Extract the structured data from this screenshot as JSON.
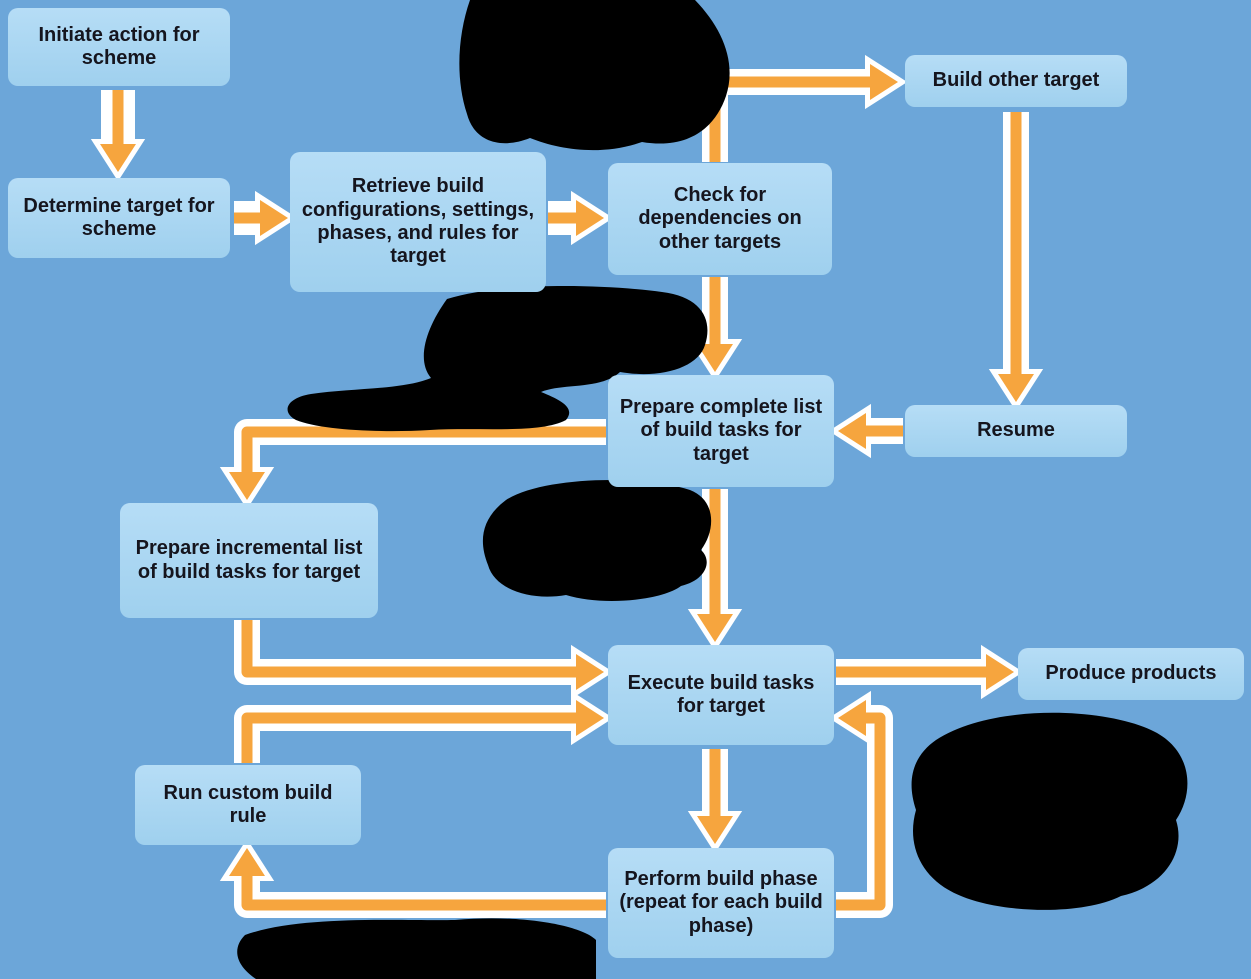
{
  "diagram": {
    "type": "flowchart",
    "colors": {
      "background": "#6CA6D9",
      "node_fill": "#A7D6F2",
      "node_text": "#15151E",
      "arrow": "#F6A53E",
      "arrow_outline": "#FFFFFF",
      "redaction": "#000000"
    },
    "nodes": [
      {
        "id": "initiate-action",
        "label": "Initiate action for scheme"
      },
      {
        "id": "determine-target",
        "label": "Determine target for scheme"
      },
      {
        "id": "retrieve-build-info",
        "label": "Retrieve build configurations, settings, phases, and rules for target"
      },
      {
        "id": "check-dependencies",
        "label": "Check for dependencies on other targets"
      },
      {
        "id": "build-other-target",
        "label": "Build other target"
      },
      {
        "id": "resume",
        "label": "Resume"
      },
      {
        "id": "prepare-complete-list",
        "label": "Prepare complete list of build tasks for target"
      },
      {
        "id": "prepare-incremental-list",
        "label": "Prepare incremental list of build tasks for target"
      },
      {
        "id": "execute-build-tasks",
        "label": "Execute build tasks for target"
      },
      {
        "id": "produce-products",
        "label": "Produce products"
      },
      {
        "id": "run-custom-build-rule",
        "label": "Run custom build rule"
      },
      {
        "id": "perform-build-phase",
        "label": "Perform build phase (repeat for each build phase)"
      }
    ],
    "redacted_regions": [
      "top-center",
      "middle-left",
      "center",
      "bottom-right",
      "bottom-center"
    ]
  }
}
